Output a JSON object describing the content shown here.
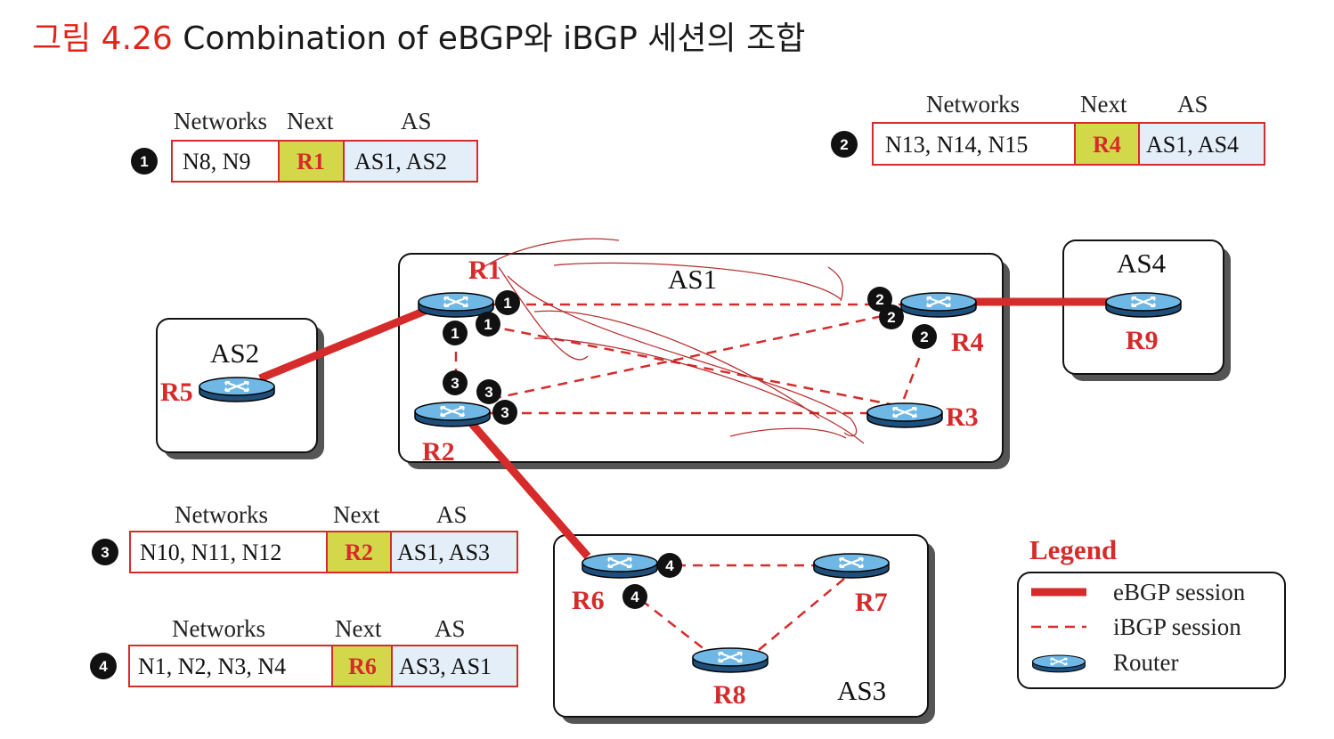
{
  "title": {
    "figure": "그림 4.26",
    "text": "Combination of eBGP와 iBGP 세션의 조합"
  },
  "colors": {
    "accent": "#e2231a",
    "next_cell": "#d3d84a",
    "as_cell": "#e4eef8",
    "router": "#6fb8e6"
  },
  "autonomous_systems": [
    {
      "id": "as1",
      "label": "AS1"
    },
    {
      "id": "as2",
      "label": "AS2"
    },
    {
      "id": "as3",
      "label": "AS3"
    },
    {
      "id": "as4",
      "label": "AS4"
    }
  ],
  "routers": [
    {
      "id": "R1",
      "label": "R1"
    },
    {
      "id": "R2",
      "label": "R2"
    },
    {
      "id": "R3",
      "label": "R3"
    },
    {
      "id": "R4",
      "label": "R4"
    },
    {
      "id": "R5",
      "label": "R5"
    },
    {
      "id": "R6",
      "label": "R6"
    },
    {
      "id": "R7",
      "label": "R7"
    },
    {
      "id": "R8",
      "label": "R8"
    },
    {
      "id": "R9",
      "label": "R9"
    }
  ],
  "sessions": {
    "ebgp": [
      [
        "R5",
        "R1"
      ],
      [
        "R2",
        "R6"
      ],
      [
        "R4",
        "R9"
      ]
    ],
    "ibgp": [
      [
        "R1",
        "R4"
      ],
      [
        "R1",
        "R3"
      ],
      [
        "R1",
        "R2"
      ],
      [
        "R2",
        "R4"
      ],
      [
        "R2",
        "R3"
      ],
      [
        "R3",
        "R4"
      ],
      [
        "R6",
        "R7"
      ],
      [
        "R6",
        "R8"
      ],
      [
        "R7",
        "R8"
      ]
    ]
  },
  "update_badges": [
    "1",
    "1",
    "1",
    "2",
    "2",
    "2",
    "3",
    "3",
    "3",
    "4",
    "4"
  ],
  "tables": [
    {
      "badge": "1",
      "headers": {
        "networks": "Networks",
        "next": "Next",
        "as": "AS"
      },
      "networks": "N8, N9",
      "next": "R1",
      "as_path": "AS1, AS2"
    },
    {
      "badge": "2",
      "headers": {
        "networks": "Networks",
        "next": "Next",
        "as": "AS"
      },
      "networks": "N13, N14, N15",
      "next": "R4",
      "as_path": "AS1, AS4"
    },
    {
      "badge": "3",
      "headers": {
        "networks": "Networks",
        "next": "Next",
        "as": "AS"
      },
      "networks": "N10, N11, N12",
      "next": "R2",
      "as_path": "AS1, AS3"
    },
    {
      "badge": "4",
      "headers": {
        "networks": "Networks",
        "next": "Next",
        "as": "AS"
      },
      "networks": "N1, N2, N3, N4",
      "next": "R6",
      "as_path": "AS3, AS1"
    }
  ],
  "legend": {
    "title": "Legend",
    "items": [
      {
        "label": "eBGP session",
        "icon": "ebgp-line"
      },
      {
        "label": "iBGP session",
        "icon": "ibgp-dashed-line"
      },
      {
        "label": "Router",
        "icon": "router-icon"
      }
    ]
  }
}
